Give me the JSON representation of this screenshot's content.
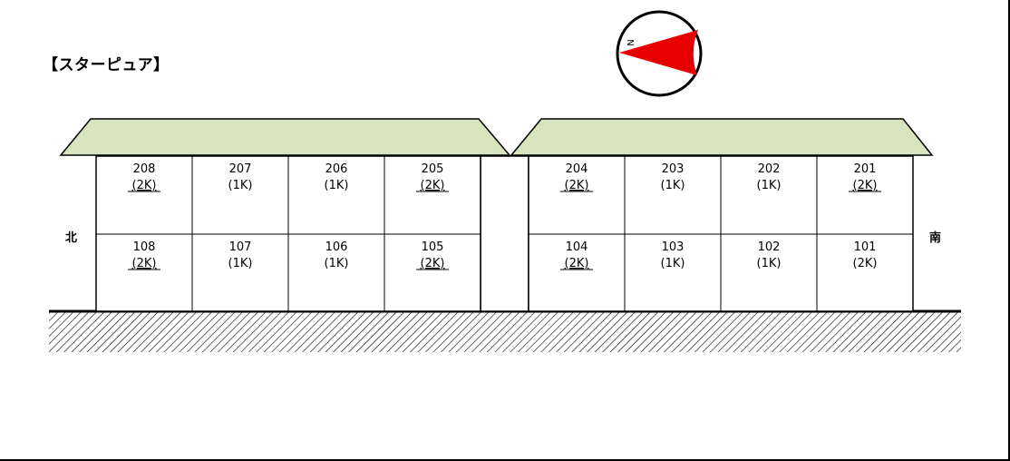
{
  "title": "【スターピュア】",
  "directions": {
    "north": "北",
    "south": "南"
  },
  "compass": {
    "symbol": "N",
    "needle_color": "#e60000"
  },
  "colors": {
    "roof": "#d7e4bd",
    "outline": "#000000",
    "ground_hatch": "#000000"
  },
  "buildings": [
    {
      "rooms": {
        "upper": [
          {
            "number": "208",
            "type": "(2K)",
            "underline": true
          },
          {
            "number": "207",
            "type": "(1K)",
            "underline": false
          },
          {
            "number": "206",
            "type": "(1K)",
            "underline": false
          },
          {
            "number": "205",
            "type": "(2K)",
            "underline": true
          }
        ],
        "lower": [
          {
            "number": "108",
            "type": "(2K)",
            "underline": true
          },
          {
            "number": "107",
            "type": "(1K)",
            "underline": false
          },
          {
            "number": "106",
            "type": "(1K)",
            "underline": false
          },
          {
            "number": "105",
            "type": "(2K)",
            "underline": true
          }
        ]
      }
    },
    {
      "rooms": {
        "upper": [
          {
            "number": "204",
            "type": "(2K)",
            "underline": true
          },
          {
            "number": "203",
            "type": "(1K)",
            "underline": false
          },
          {
            "number": "202",
            "type": "(1K)",
            "underline": false
          },
          {
            "number": "201",
            "type": "(2K)",
            "underline": true
          }
        ],
        "lower": [
          {
            "number": "104",
            "type": "(2K)",
            "underline": true
          },
          {
            "number": "103",
            "type": "(1K)",
            "underline": false
          },
          {
            "number": "102",
            "type": "(1K)",
            "underline": false
          },
          {
            "number": "101",
            "type": "(2K)",
            "underline": false
          }
        ]
      }
    }
  ]
}
